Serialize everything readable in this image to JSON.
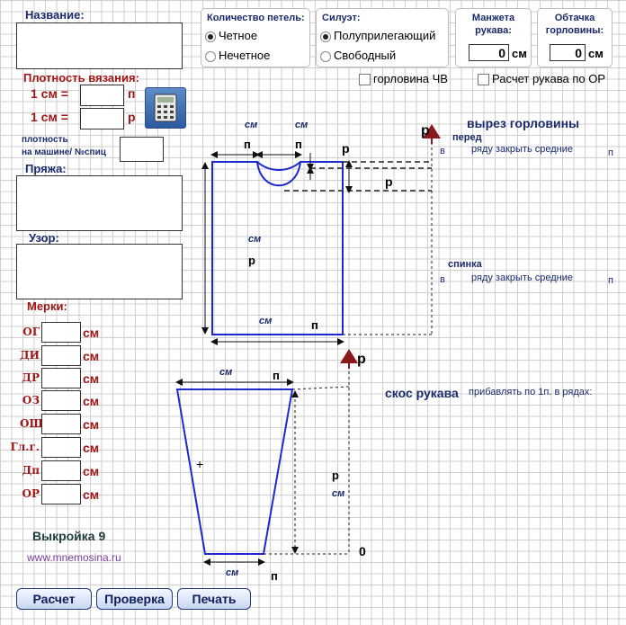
{
  "form": {
    "title_label": "Название:",
    "density_label": "Плотность вязания:",
    "density_row1": "1 см =",
    "density_row1_unit": "п",
    "density_row2": "1 см =",
    "density_row2_unit": "р",
    "machine_density_label_line1": "плотность",
    "machine_density_label_line2": "на машине/ №спиц",
    "yarn_label": "Пряжа:",
    "pattern_label": "Узор:",
    "measurements_label": "Мерки:",
    "measurements": [
      {
        "label": "ОГ",
        "unit": "см"
      },
      {
        "label": "ДИ",
        "unit": "см"
      },
      {
        "label": "ДР",
        "unit": "см"
      },
      {
        "label": "ОЗ",
        "unit": "см"
      },
      {
        "label": "ОШ",
        "unit": "см"
      },
      {
        "label": "Гл.г.",
        "unit": "см"
      },
      {
        "label": "Дп",
        "unit": "см"
      },
      {
        "label": "ОР",
        "unit": "см"
      }
    ],
    "pattern_name": "Выкройка 9",
    "site": "www.mnemosina.ru"
  },
  "options": {
    "loops_title": "Количество петель:",
    "loops": [
      {
        "label": "Четное",
        "selected": true
      },
      {
        "label": "Нечетное",
        "selected": false
      }
    ],
    "silhouette_title": "Силуэт:",
    "silhouette": [
      {
        "label": "Полуприлегающий",
        "selected": true
      },
      {
        "label": "Свободный",
        "selected": false
      }
    ],
    "cuff_title_line1": "Манжета",
    "cuff_title_line2": "рукава:",
    "cuff_value": "0",
    "cuff_unit": "см",
    "neck_title_line1": "Обтачка",
    "neck_title_line2": "горловины:",
    "neck_value": "0",
    "neck_unit": "см",
    "check_neck": "горловина ЧВ",
    "check_sleeve": "Расчет рукава по ОР"
  },
  "diagram": {
    "unit_cm": "см",
    "unit_p": "п",
    "unit_r": "р",
    "neckline_title": "вырез горловины",
    "front_label": "перед",
    "back_label": "спинка",
    "in_word": "в",
    "close_middle": "ряду закрыть средние",
    "sleeve_title": "скос рукава",
    "sleeve_add": "прибавлять по 1п. в рядах:",
    "zero": "0",
    "plus": "+"
  },
  "buttons": {
    "calc": "Расчет",
    "check": "Проверка",
    "print": "Печать"
  },
  "colors": {
    "navy": "#1a2a6c",
    "maroon": "#a01616",
    "diagram_blue": "#1d2ad0",
    "button_border": "#1d3a7a"
  }
}
